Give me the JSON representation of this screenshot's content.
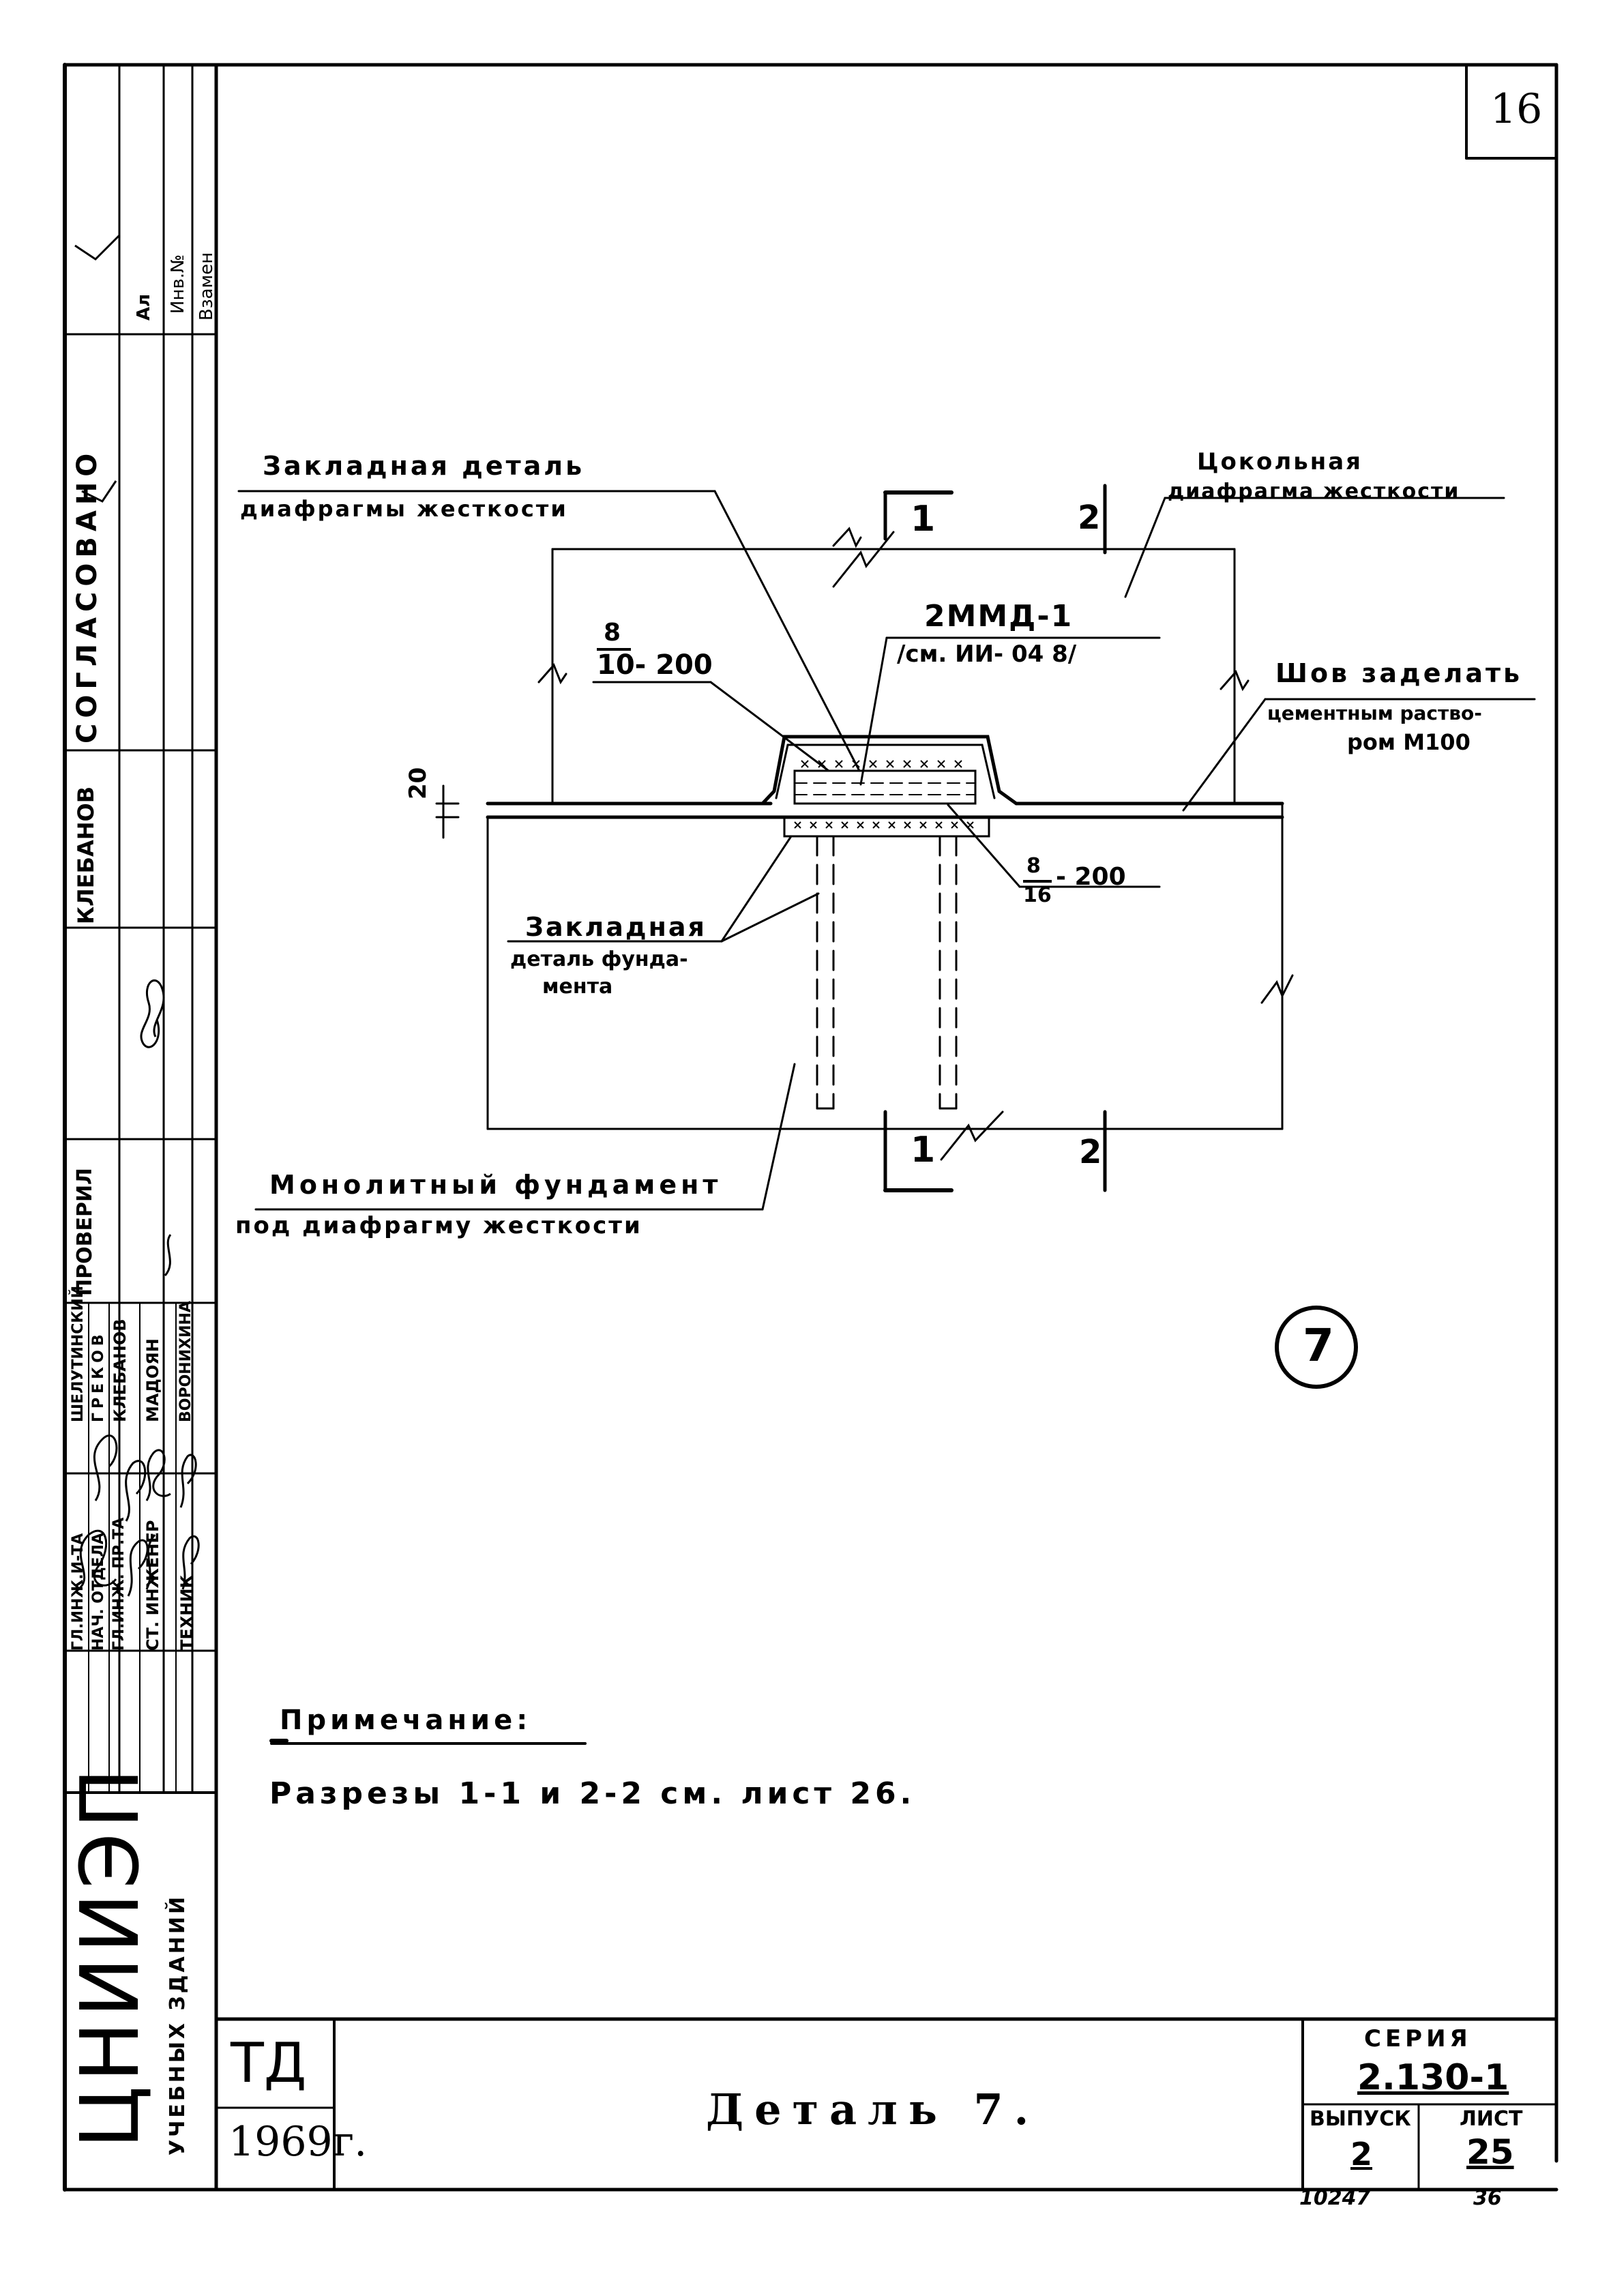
{
  "sheet_corner_number": "16",
  "left_stamp": {
    "top_cells": [
      "Ал",
      "Инв.№",
      "Взамен"
    ],
    "approval_word": "СОГЛАСОВАНО",
    "approval_name": "КЛЕБАНОВ",
    "check_word": "ПРОВЕРИЛ",
    "roles": [
      "ГЛ.ИНЖ.И-ТА",
      "НАЧ. ОТДЕЛА",
      "ГЛ.ИНЖ. ПР.ТА",
      "СТ. ИНЖЕНЕР",
      "ТЕХНИК"
    ],
    "names": [
      "ШЕЛУТИНСКИЙ",
      "ГРЕКОВ",
      "КЛЕБАНОВ",
      "МАДОЯН",
      "ВОРОНИХИНА"
    ],
    "org_name": "ЦНИИЭП",
    "org_sub": "УЧЕБНЫХ ЗДАНИЙ"
  },
  "drawing": {
    "label_embedded_diaphragm_l1": "Закладная деталь",
    "label_embedded_diaphragm_l2": "диафрагмы жесткости",
    "label_plinth_l1": "Цокольная",
    "label_plinth_l2": "диафрагма жесткости",
    "section_1_top": "1",
    "section_2_top": "2",
    "section_1_bottom": "1",
    "section_2_bottom": "2",
    "rebar_left_num": "8",
    "rebar_left_den": "10- 200",
    "mesh_l1": "2ММД-1",
    "mesh_l2": "/см. ИИ- 04 8/",
    "seam_l1": "Шов заделать",
    "seam_l2": "цементным раство-",
    "seam_l3": "ром М100",
    "dim_20": "20",
    "rebar_right_num": "8",
    "rebar_right_den": "16",
    "rebar_right_step": "- 200",
    "found_embed_l1": "Закладная",
    "found_embed_l2": "деталь фунда-",
    "found_embed_l3": "мента",
    "monolith_l1": "Монолитный фундамент",
    "monolith_l2": "под диафрагму жесткости",
    "detail_marker": "7"
  },
  "note": {
    "heading": "Примечание:",
    "text": "Разрезы 1-1 и 2-2 см. лист 26."
  },
  "title_block": {
    "td": "ТД",
    "year": "1969г.",
    "title": "Деталь 7.",
    "series_label": "СЕРИЯ",
    "series_value": "2.130-1",
    "issue_label": "ВЫПУСК",
    "issue_value": "2",
    "sheet_label": "ЛИСТ",
    "sheet_value": "25",
    "under_left": "10247",
    "under_right": "36"
  }
}
